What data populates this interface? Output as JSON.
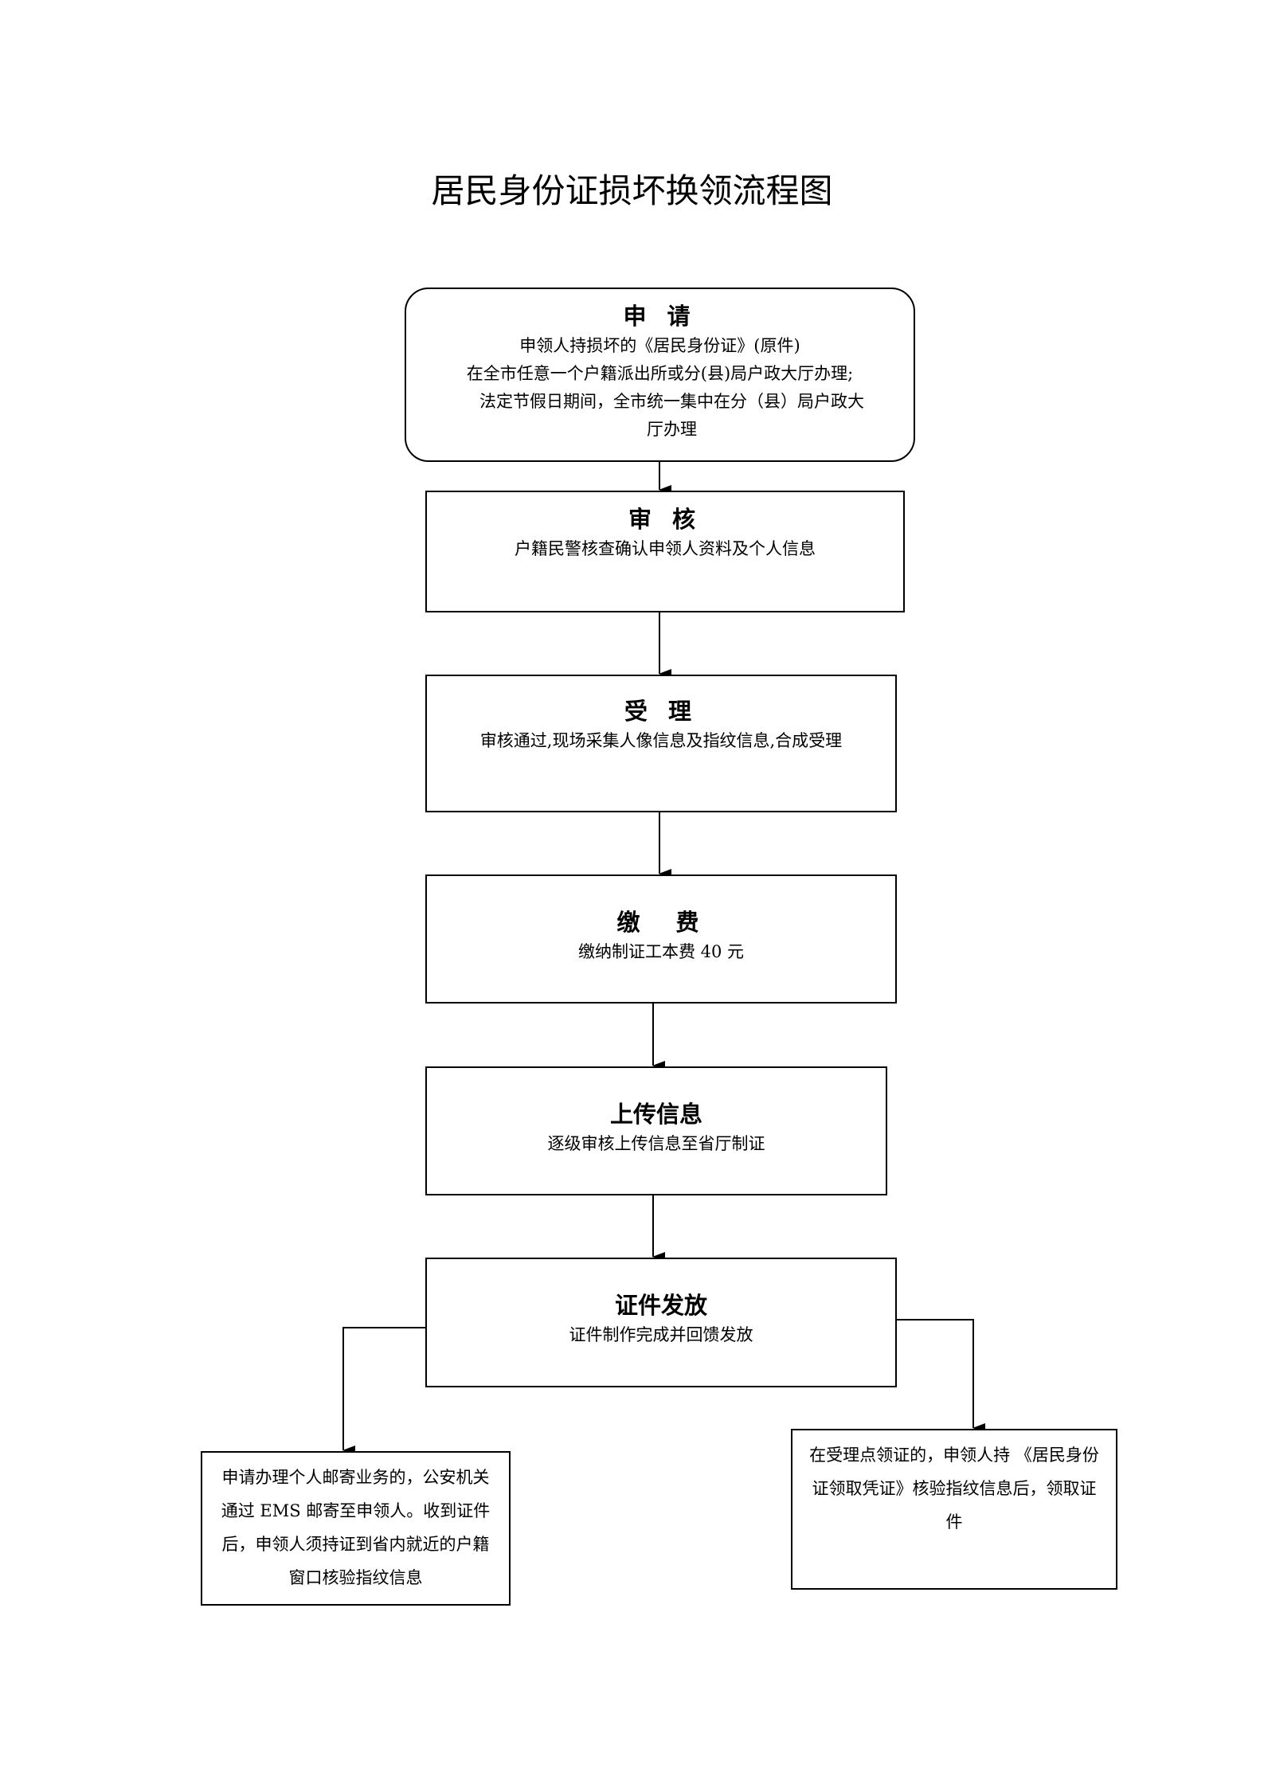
{
  "title": "居民身份证损坏换领流程图",
  "steps": [
    {
      "heading": "申 请",
      "lines": [
        "申领人持损坏的《居民身份证》(原件)",
        "在全市任意一个户籍派出所或分(县)局户政大厅办理;",
        "法定节假日期间，全市统一集中在分（县）局户政大",
        "厅办理"
      ]
    },
    {
      "heading": "审 核",
      "lines": [
        "户籍民警核查确认申领人资料及个人信息"
      ]
    },
    {
      "heading": "受 理",
      "lines": [
        "审核通过,现场采集人像信息及指纹信息,合成受理"
      ]
    },
    {
      "heading": "缴　费",
      "lines": [
        "缴纳制证工本费 40 元"
      ]
    },
    {
      "heading": "上传信息",
      "lines": [
        "逐级审核上传信息至省厅制证"
      ]
    },
    {
      "heading": "证件发放",
      "lines": [
        "证件制作完成并回馈发放"
      ]
    }
  ],
  "branches": {
    "mail": "申请办理个人邮寄业务的，公安机关通过 EMS 邮寄至申领人。收到证件后，申领人须持证到省内就近的户籍窗口核验指纹信息",
    "pickup": "在受理点领证的，申领人持 《居民身份证领取凭证》核验指纹信息后，领取证件"
  }
}
